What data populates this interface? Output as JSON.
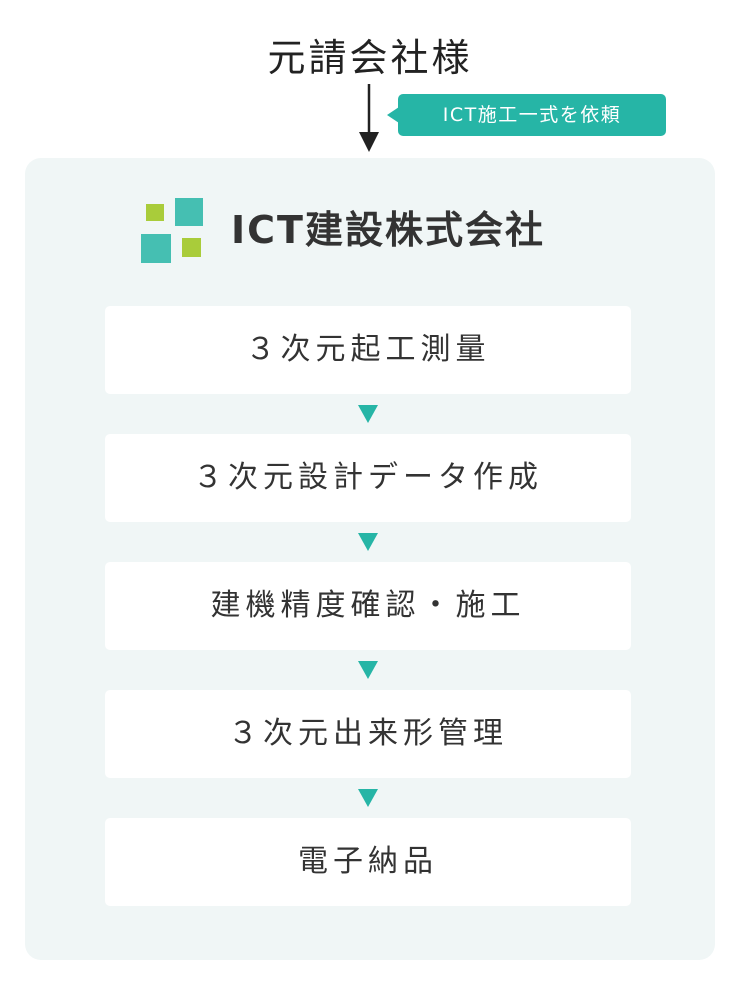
{
  "client": {
    "name": "元請会社様",
    "request_label": "ICT施工一式を依頼"
  },
  "company": {
    "name": "ICT建設株式会社"
  },
  "workflow": {
    "steps": [
      {
        "label": "３次元起工測量"
      },
      {
        "label": "３次元設計データ作成"
      },
      {
        "label": "建機精度確認・施工"
      },
      {
        "label": "３次元出来形管理"
      },
      {
        "label": "電子納品"
      }
    ]
  },
  "colors": {
    "accent_teal": "#26b5a6",
    "logo_teal": "#45bfb2",
    "logo_green": "#a9cc3a",
    "panel_background": "#f0f6f6",
    "step_background": "#ffffff"
  }
}
